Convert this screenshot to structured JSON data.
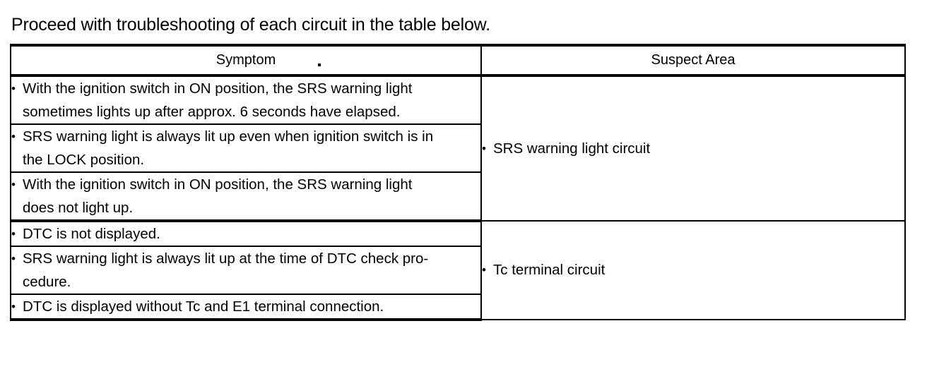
{
  "intro": {
    "text": "Proceed with troubleshooting of each circuit in the table below."
  },
  "table": {
    "columns": [
      {
        "key": "symptom",
        "label": "Symptom"
      },
      {
        "key": "suspect_area",
        "label": "Suspect Area"
      }
    ],
    "header_artifact": ".",
    "groups": [
      {
        "suspect_area": "SRS warning light circuit",
        "symptoms": [
          {
            "line1": "With the ignition switch in ON position, the SRS warning light",
            "line2": "sometimes lights up after approx. 6 seconds have elapsed."
          },
          {
            "line1": "SRS warning light is always lit up even when ignition switch is in",
            "line2": "the LOCK position."
          },
          {
            "line1": "With the ignition switch in ON position, the SRS warning light",
            "line2": "does not light up."
          }
        ]
      },
      {
        "suspect_area": "Tc terminal circuit",
        "symptoms": [
          {
            "line1": "DTC is not displayed.",
            "line2": ""
          },
          {
            "line1": "SRS warning light is always lit up at the time of DTC check pro-",
            "line2": "cedure."
          },
          {
            "line1": "DTC is displayed without Tc and E1 terminal connection.",
            "line2": ""
          }
        ]
      }
    ]
  },
  "colors": {
    "ink": "#000000",
    "paper": "#ffffff"
  }
}
